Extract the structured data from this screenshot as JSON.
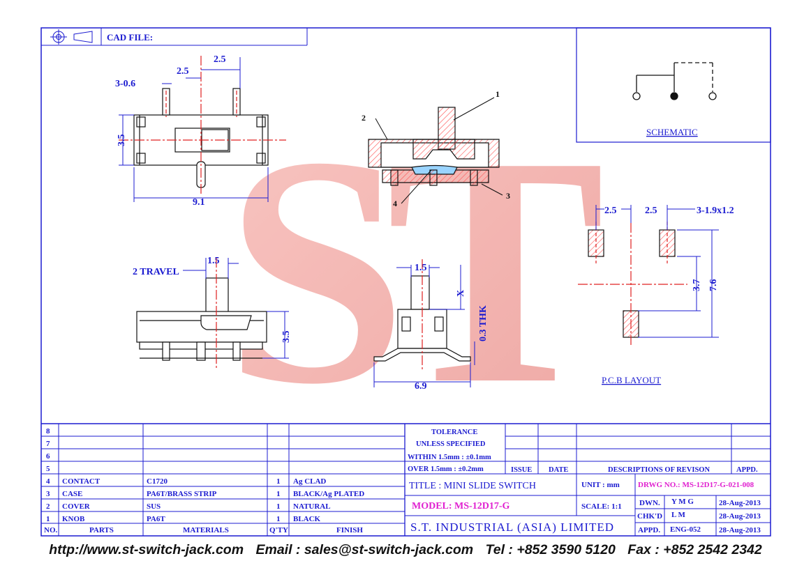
{
  "colors": {
    "line": "#1b1bd0",
    "center": "#e02020",
    "title_magenta": "#e020d0",
    "watermark": "#f08a85",
    "hatch": "#ff6a6a"
  },
  "header": {
    "cad_label": "CAD FILE:"
  },
  "top_view": {
    "dim_pitch_1": "2.5",
    "dim_pitch_2": "2.5",
    "dim_pins": "3-0.6",
    "dim_height": "3.5",
    "dim_length": "9.1"
  },
  "section_view": {
    "callout_1": "1",
    "callout_2": "2",
    "callout_3": "3",
    "callout_4": "4"
  },
  "front_view": {
    "dim_knob": "1.5",
    "travel": "2 TRAVEL",
    "dim_height": "3.5"
  },
  "side_view": {
    "dim_knob": "1.5",
    "dim_x": "X",
    "dim_thk": "0.3 THK",
    "dim_width": "6.9"
  },
  "pcb_layout": {
    "dim_pitch_1": "2.5",
    "dim_pitch_2": "2.5",
    "dim_pad": "3-1.9x1.2",
    "dim_offset": "3.7",
    "dim_span": "7.6",
    "label": "P.C.B LAYOUT"
  },
  "schematic": {
    "label": "SCHEMATIC"
  },
  "watermark": {
    "text": "ST"
  },
  "parts_table": {
    "rows": [
      {
        "no": "8",
        "part": "",
        "material": "",
        "qty": "",
        "finish": ""
      },
      {
        "no": "7",
        "part": "",
        "material": "",
        "qty": "",
        "finish": ""
      },
      {
        "no": "6",
        "part": "",
        "material": "",
        "qty": "",
        "finish": ""
      },
      {
        "no": "5",
        "part": "",
        "material": "",
        "qty": "",
        "finish": ""
      },
      {
        "no": "4",
        "part": "CONTACT",
        "material": "C1720",
        "qty": "1",
        "finish": "Ag CLAD"
      },
      {
        "no": "3",
        "part": "CASE",
        "material": "PA6T/BRASS STRIP",
        "qty": "1",
        "finish": "BLACK/Ag PLATED"
      },
      {
        "no": "2",
        "part": "COVER",
        "material": "SUS",
        "qty": "1",
        "finish": "NATURAL"
      },
      {
        "no": "1",
        "part": "KNOB",
        "material": "PA6T",
        "qty": "1",
        "finish": "BLACK"
      }
    ],
    "headers": {
      "no": "NO.",
      "part": "PARTS",
      "material": "MATERIALS",
      "qty": "Q'TY",
      "finish": "FINISH"
    }
  },
  "tolerance": {
    "title": "TOLERANCE",
    "subtitle": "UNLESS  SPECIFIED",
    "line1": "WITHIN  1.5mm : ±0.1mm",
    "line2": "OVER   1.5mm : ±0.2mm"
  },
  "revision_headers": {
    "issue": "ISSUE",
    "date": "DATE",
    "desc": "DESCRIPTIONS  OF  REVISON",
    "appd": "APPD."
  },
  "title_block": {
    "title": "TITLE : MINI SLIDE SWITCH",
    "model": "MODEL: MS-12D17-G",
    "company": "S.T.  INDUSTRIAL  (ASIA)  LIMITED",
    "unit_label": "UNIT :   mm",
    "scale_label": "SCALE:   1:1",
    "drwg_no": "DRWG NO.: MS-12D17-G-021-008",
    "dwn_label": "DWN.",
    "dwn_value": "Y M G",
    "dwn_date": "28-Aug-2013",
    "chk_label": "CHK'D",
    "chk_value": "L M",
    "chk_date": "28-Aug-2013",
    "appd_label": "APPD.",
    "appd_value": "ENG-052",
    "appd_date": "28-Aug-2013"
  },
  "footer": {
    "website": "http://www.st-switch-jack.com",
    "email": "Email : sales@st-switch-jack.com",
    "tel": "Tel : +852 3590 5120",
    "fax": "Fax : +852 2542 2342"
  }
}
